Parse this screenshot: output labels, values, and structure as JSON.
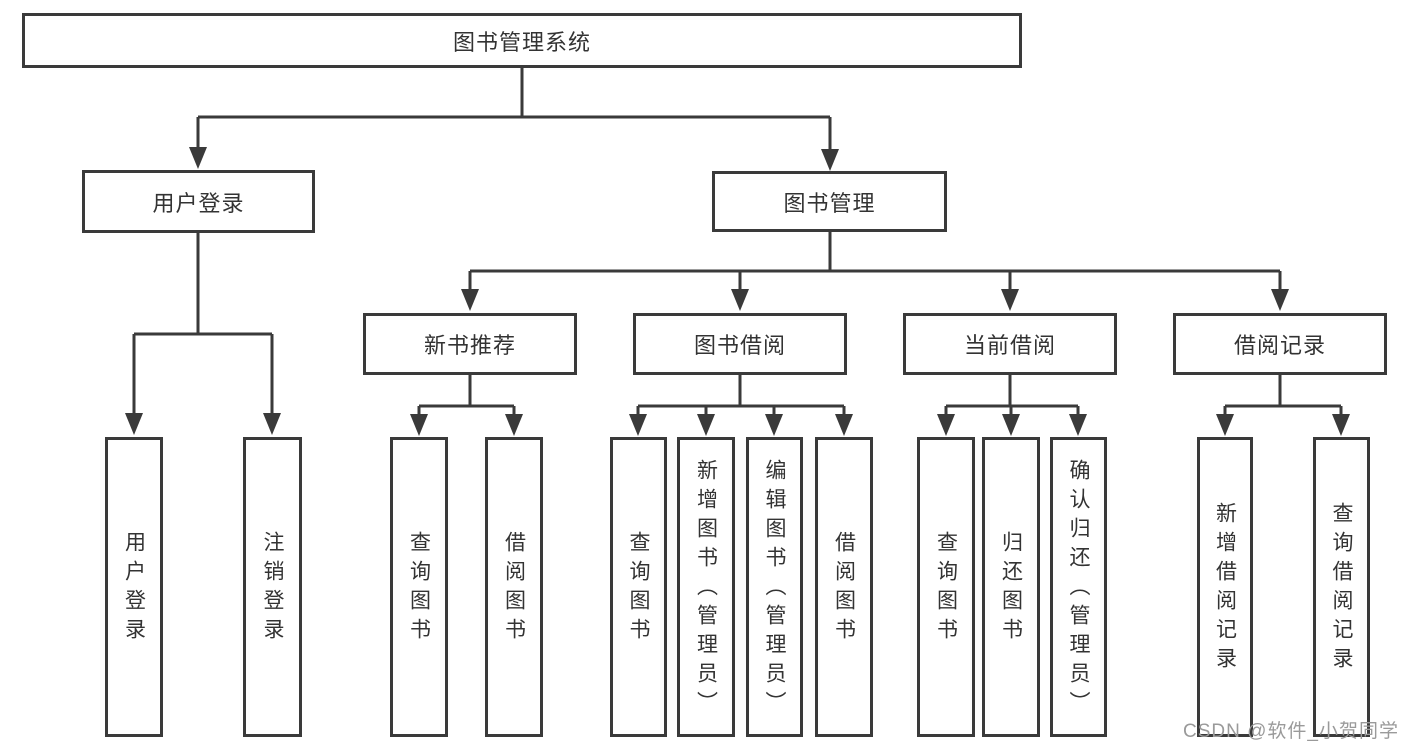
{
  "diagram_type": "hierarchy-tree",
  "colors": {
    "line": "#3a3a3a",
    "box_border": "#3a3a3a",
    "text": "#333333",
    "watermark": "#9a9a9a",
    "background": "#ffffff"
  },
  "tree": {
    "label": "图书管理系统",
    "children": [
      {
        "label": "用户登录",
        "children": [
          {
            "label": "用户登录"
          },
          {
            "label": "注销登录"
          }
        ]
      },
      {
        "label": "图书管理",
        "children": [
          {
            "label": "新书推荐",
            "children": [
              {
                "label": "查询图书"
              },
              {
                "label": "借阅图书"
              }
            ]
          },
          {
            "label": "图书借阅",
            "children": [
              {
                "label": "查询图书"
              },
              {
                "label": "新增图书（管理员）"
              },
              {
                "label": "编辑图书（管理员）"
              },
              {
                "label": "借阅图书"
              }
            ]
          },
          {
            "label": "当前借阅",
            "children": [
              {
                "label": "查询图书"
              },
              {
                "label": "归还图书"
              },
              {
                "label": "确认归还（管理员）"
              }
            ]
          },
          {
            "label": "借阅记录",
            "children": [
              {
                "label": "新增借阅记录"
              },
              {
                "label": "查询借阅记录"
              }
            ]
          }
        ]
      }
    ]
  },
  "watermark": {
    "text": "CSDN @软件_小贺同学"
  }
}
